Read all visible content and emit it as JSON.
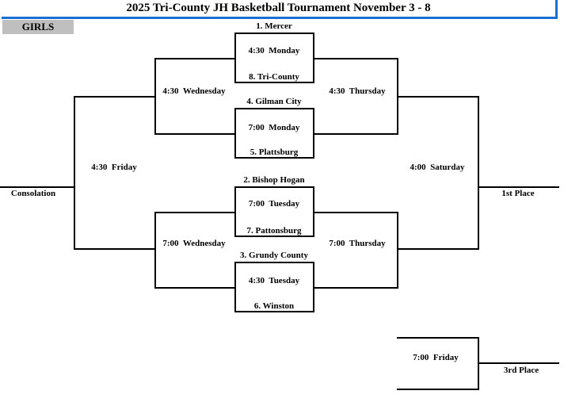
{
  "header": {
    "title": "2025 Tri-County JH Basketball Tournament November 3 - 8",
    "division": "GIRLS",
    "accent_color": "#1b6fd3",
    "division_bg_color": "#bfbfbf"
  },
  "bracket": {
    "round1": [
      {
        "top": "1. Mercer",
        "time": "4:30  Monday",
        "bottom": "8. Tri-County"
      },
      {
        "top": "4. Gilman City",
        "time": "7:00  Monday",
        "bottom": "5. Plattsburg"
      },
      {
        "top": "2. Bishop Hogan",
        "time": "7:00  Tuesday",
        "bottom": "7. Pattonsburg"
      },
      {
        "top": "3. Grundy County",
        "time": "4:30  Tuesday",
        "bottom": "6. Winston"
      }
    ],
    "consolation_semifinals": [
      {
        "time": "4:30  Wednesday"
      },
      {
        "time": "7:00  Wednesday"
      }
    ],
    "championship_semifinals": [
      {
        "time": "4:30  Thursday"
      },
      {
        "time": "7:00  Thursday"
      }
    ],
    "consolation_final": {
      "time": "4:30  Friday",
      "place_label": "Consolation"
    },
    "championship_final": {
      "time": "4:00  Saturday",
      "place_label": "1st Place"
    },
    "third_place_game": {
      "time": "7:00  Friday",
      "place_label": "3rd Place"
    }
  }
}
